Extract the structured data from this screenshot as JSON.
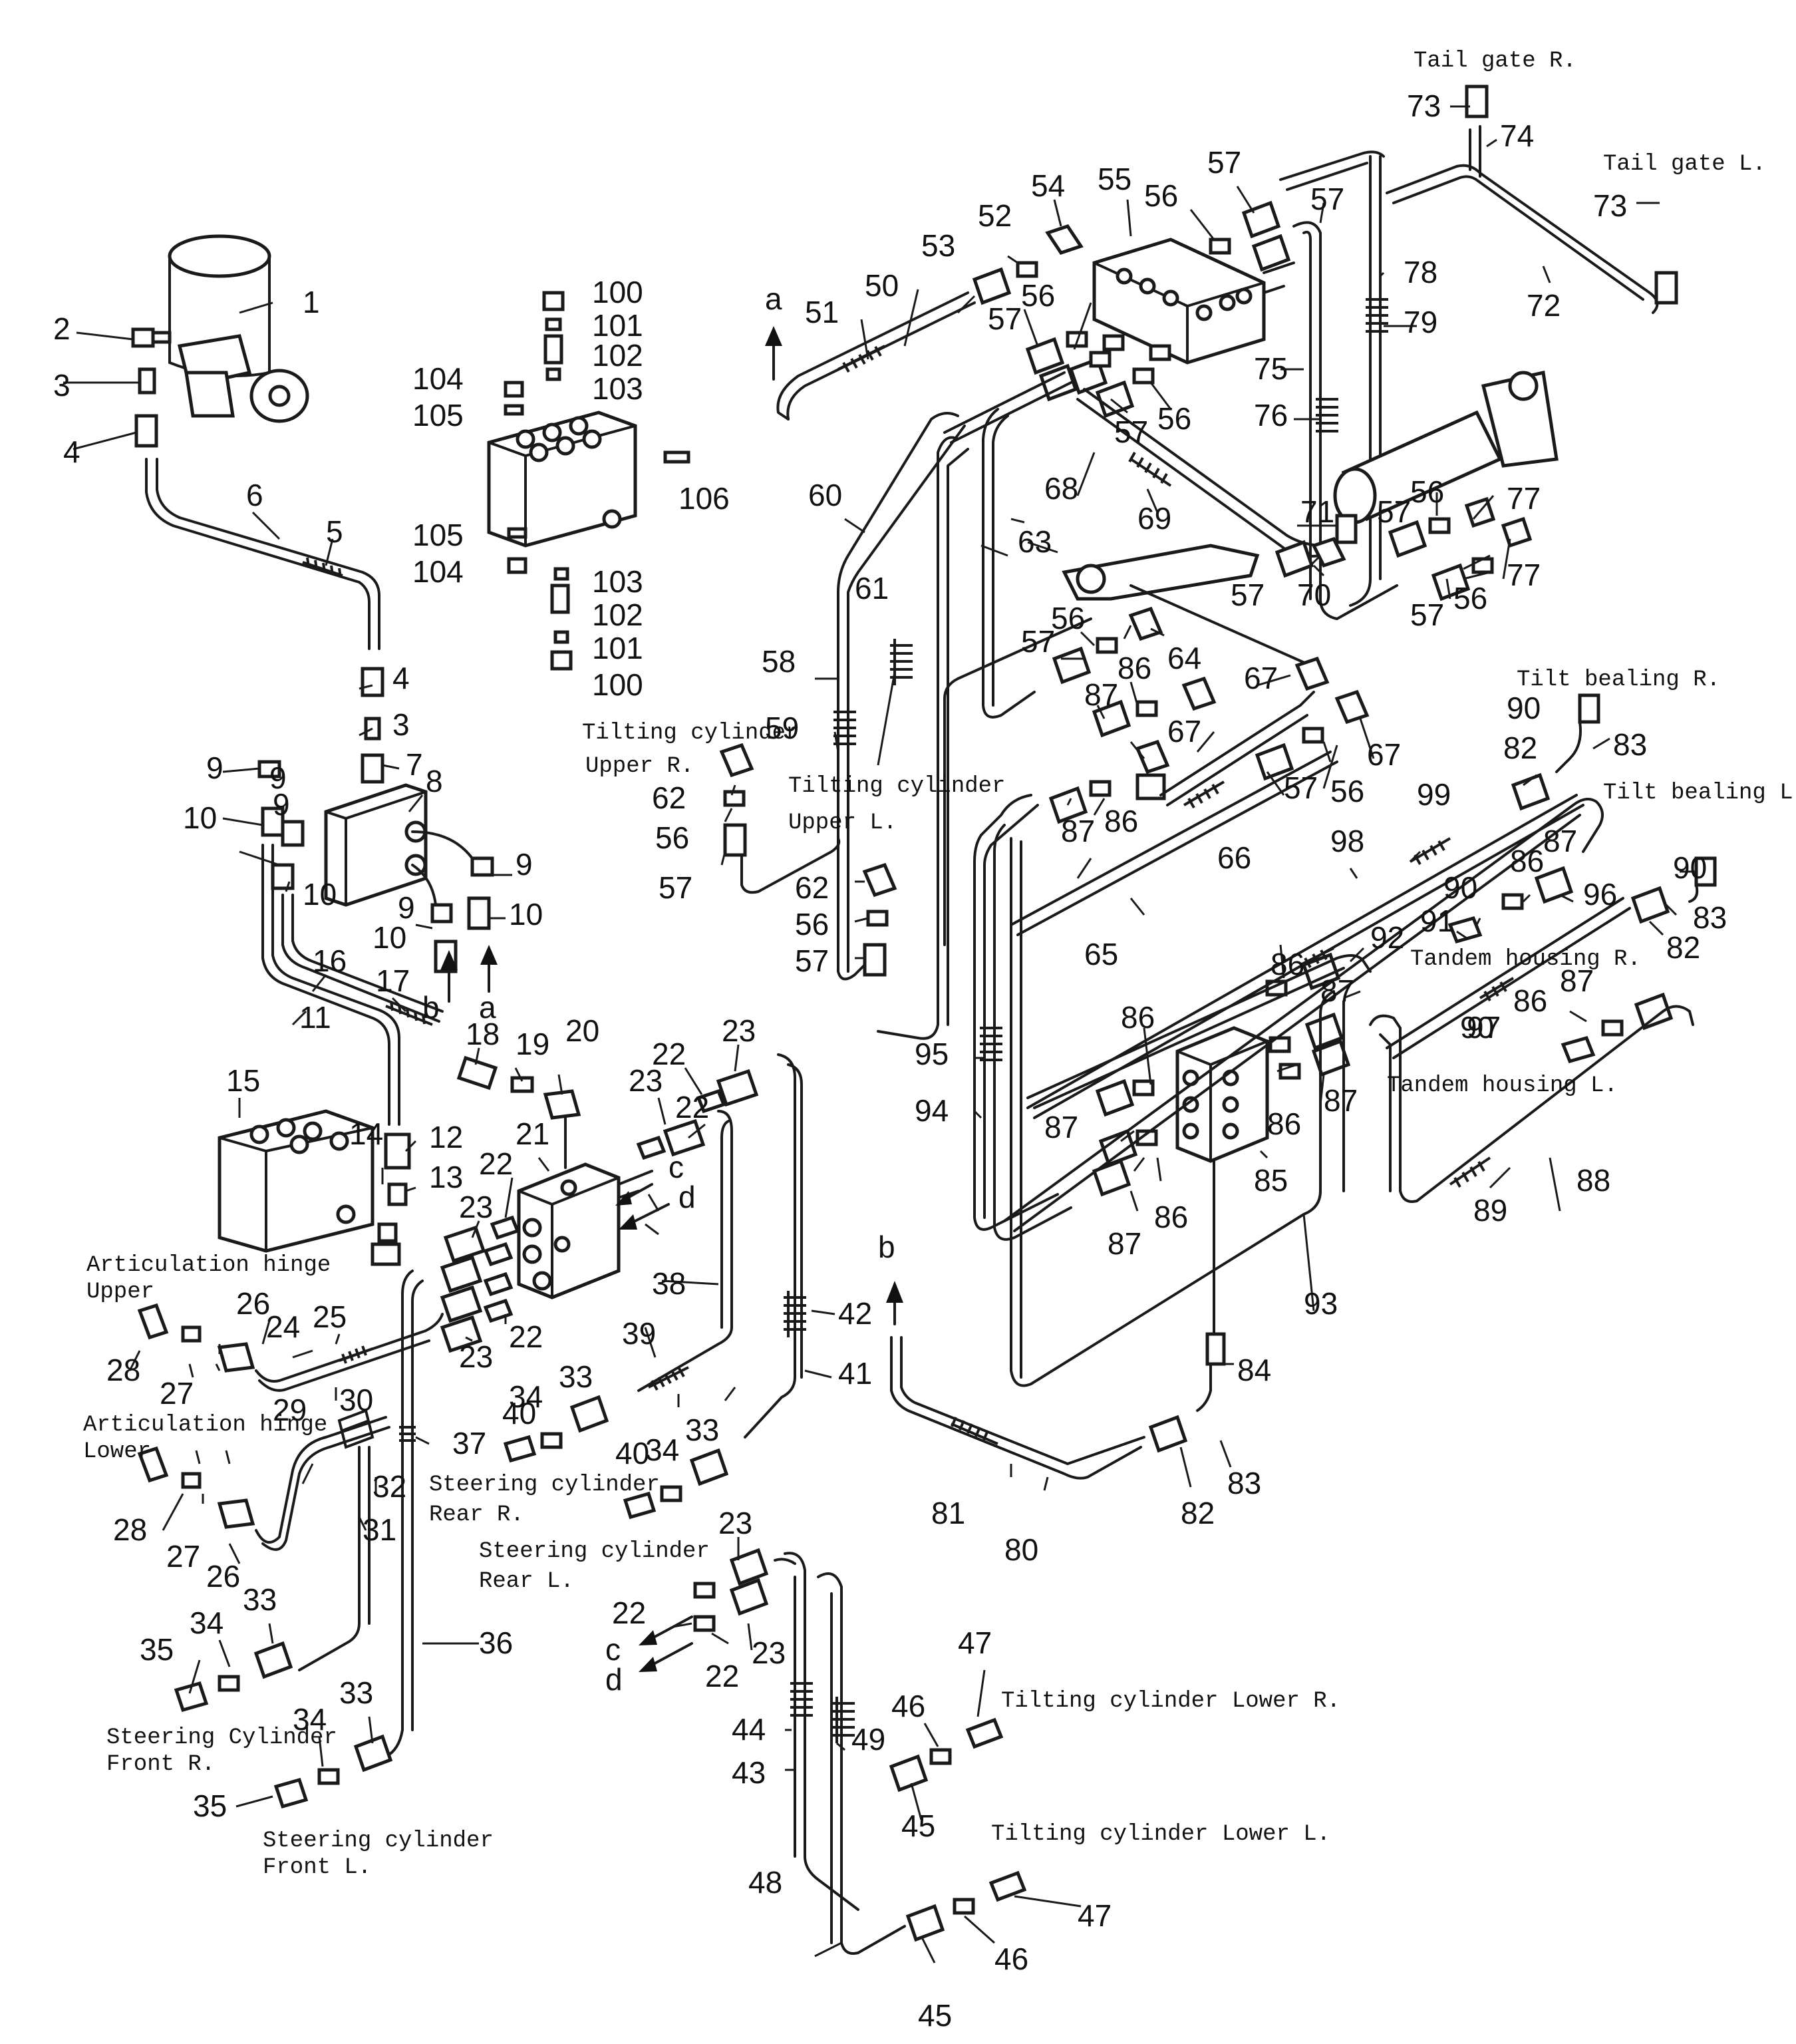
{
  "captions": {
    "tail_gate_r": "Tail gate R.",
    "tail_gate_l": "Tail gate L.",
    "tilting_cyl_upper_r_1": "Tilting  cylinder",
    "tilting_cyl_upper_r_2": "Upper R.",
    "tilting_cyl_upper_l_1": "Tilting  cylinder",
    "tilting_cyl_upper_l_2": "Upper L.",
    "tilt_bealing_r": "Tilt bealing R.",
    "tilt_bealing_l": "Tilt bealing L.",
    "tandem_housing_r": "Tandem housing R.",
    "tandem_housing_l": "Tandem housing L.",
    "articulation_upper_1": "Articulation hinge",
    "articulation_upper_2": "Upper",
    "articulation_lower_1": "Articulation hinge",
    "articulation_lower_2": "Lower",
    "steering_rear_r_1": "Steering cylinder",
    "steering_rear_r_2": "Rear R.",
    "steering_rear_l_1": "Steering cylinder",
    "steering_rear_l_2": "Rear L.",
    "steering_front_r_1": "Steering Cylinder",
    "steering_front_r_2": "Front R.",
    "steering_front_l_1": "Steering cylinder",
    "steering_front_l_2": "Front L.",
    "tilting_lower_r": "Tilting cylinder Lower R.",
    "tilting_lower_l": "Tilting cylinder Lower L."
  },
  "arrows": {
    "a": "a",
    "b": "b",
    "c": "c",
    "d": "d"
  },
  "callouts": {
    "p1": "1",
    "p2": "2",
    "p3": "3",
    "p4": "4",
    "p5": "5",
    "p6": "6",
    "p7": "7",
    "p8": "8",
    "p9": "9",
    "p10": "10",
    "p11": "11",
    "p12": "12",
    "p13": "13",
    "p14": "14",
    "p15": "15",
    "p16": "16",
    "p17": "17",
    "p18": "18",
    "p19": "19",
    "p20": "20",
    "p21": "21",
    "p22": "22",
    "p23": "23",
    "p24": "24",
    "p25": "25",
    "p26": "26",
    "p27": "27",
    "p28": "28",
    "p29": "29",
    "p30": "30",
    "p31": "31",
    "p32": "32",
    "p33": "33",
    "p34": "34",
    "p35": "35",
    "p36": "36",
    "p37": "37",
    "p38": "38",
    "p39": "39",
    "p40": "40",
    "p41": "41",
    "p42": "42",
    "p43": "43",
    "p44": "44",
    "p45": "45",
    "p46": "46",
    "p47": "47",
    "p48": "48",
    "p49": "49",
    "p50": "50",
    "p51": "51",
    "p52": "52",
    "p53": "53",
    "p54": "54",
    "p55": "55",
    "p56": "56",
    "p57": "57",
    "p58": "58",
    "p59": "59",
    "p60": "60",
    "p61": "61",
    "p62": "62",
    "p63": "63",
    "p64": "64",
    "p65": "65",
    "p66": "66",
    "p67": "67",
    "p68": "68",
    "p69": "69",
    "p70": "70",
    "p71": "71",
    "p72": "72",
    "p73": "73",
    "p74": "74",
    "p75": "75",
    "p76": "76",
    "p77": "77",
    "p78": "78",
    "p79": "79",
    "p80": "80",
    "p81": "81",
    "p82": "82",
    "p83": "83",
    "p84": "84",
    "p85": "85",
    "p86": "86",
    "p87": "87",
    "p88": "88",
    "p89": "89",
    "p90": "90",
    "p91": "91",
    "p92": "92",
    "p93": "93",
    "p94": "94",
    "p95": "95",
    "p96": "96",
    "p97": "97",
    "p98": "98",
    "p99": "99",
    "p100": "100",
    "p101": "101",
    "p102": "102",
    "p103": "103",
    "p104": "104",
    "p105": "105",
    "p106": "106"
  }
}
